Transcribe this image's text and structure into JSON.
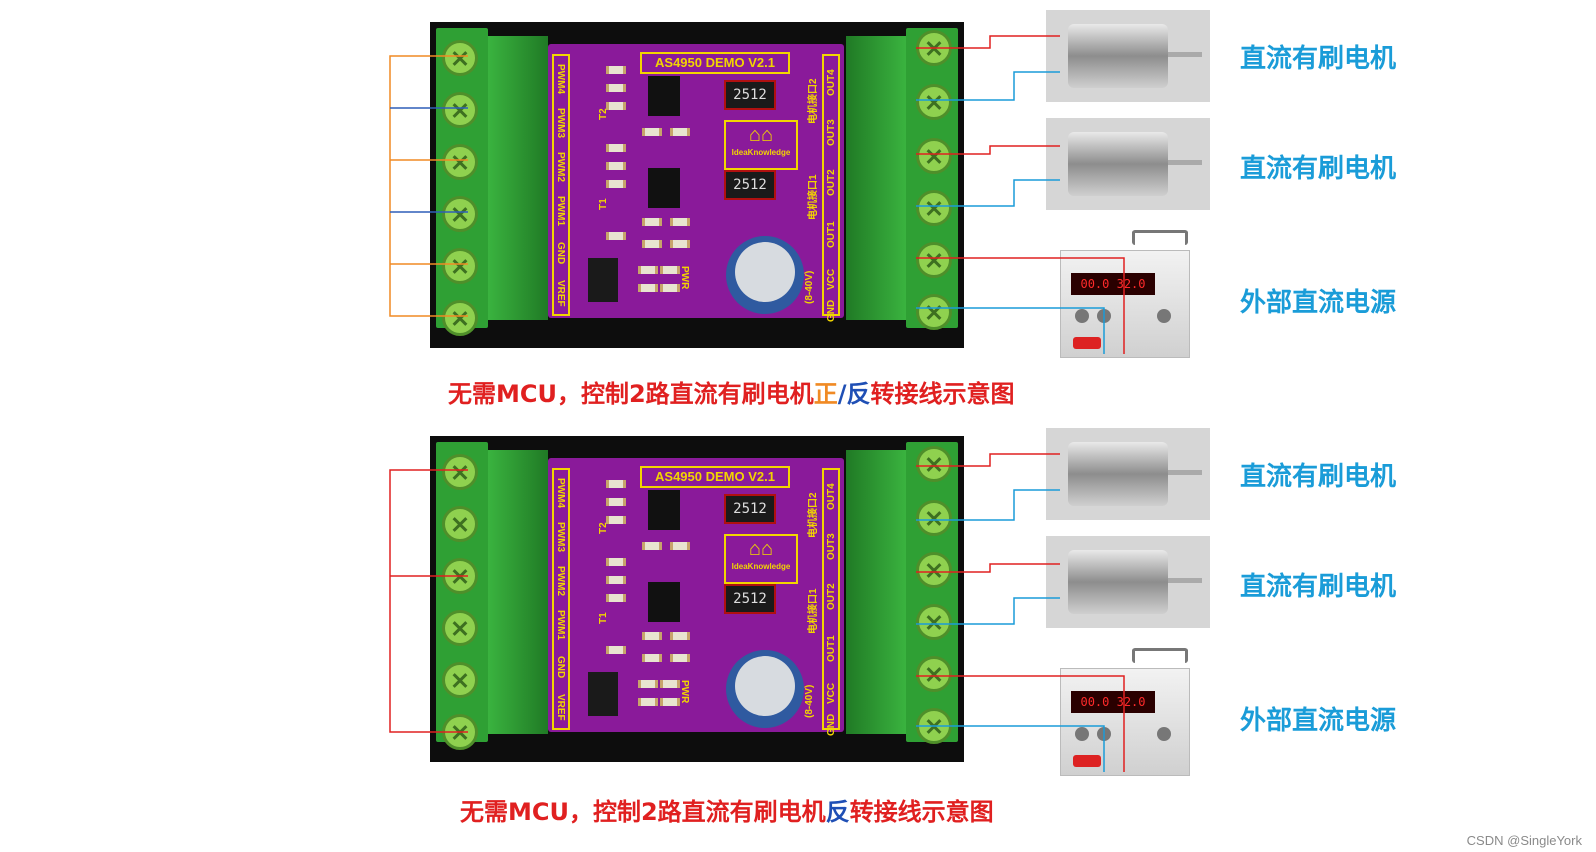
{
  "diagrams": [
    {
      "pcb_title": "AS4950 DEMO V2.1",
      "left_pins": [
        "PWM4",
        "PWM3",
        "PWM2",
        "PWM1",
        "GND",
        "VREF"
      ],
      "right_pins": [
        "OUT4",
        "OUT3",
        "OUT2",
        "OUT1",
        "VCC",
        "GND"
      ],
      "right_group_labels": [
        "电机接口2",
        "电机接口1",
        "(8-40V)"
      ],
      "chip_labels": [
        "T2",
        "T1"
      ],
      "resistor_labels": [
        "2512",
        "2512"
      ],
      "pwr_label": "PWR",
      "logo_text": "IdeaKnowledge",
      "loads": [
        "直流有刷电机",
        "直流有刷电机",
        "外部直流电源"
      ],
      "psu_display": "00.0  32.0",
      "caption_parts": [
        {
          "text": "无需MCU，控制2路直流有刷电机",
          "color": "#e02020"
        },
        {
          "text": "正",
          "color": "#f08a24"
        },
        {
          "text": "/",
          "color": "#1f4fb5"
        },
        {
          "text": "反",
          "color": "#1f4fb5"
        },
        {
          "text": "转接线示意图",
          "color": "#e02020"
        }
      ],
      "jumper_colors": [
        "#f08a24",
        "#2f5fb8"
      ]
    },
    {
      "pcb_title": "AS4950 DEMO V2.1",
      "left_pins": [
        "PWM4",
        "PWM3",
        "PWM2",
        "PWM1",
        "GND",
        "VREF"
      ],
      "right_pins": [
        "OUT4",
        "OUT3",
        "OUT2",
        "OUT1",
        "VCC",
        "GND"
      ],
      "right_group_labels": [
        "电机接口2",
        "电机接口1",
        "(8-40V)"
      ],
      "chip_labels": [
        "T2",
        "T1"
      ],
      "resistor_labels": [
        "2512",
        "2512"
      ],
      "pwr_label": "PWR",
      "logo_text": "IdeaKnowledge",
      "loads": [
        "直流有刷电机",
        "直流有刷电机",
        "外部直流电源"
      ],
      "psu_display": "00.0  32.0",
      "caption_parts": [
        {
          "text": "无需MCU，控制2路直流有刷电机",
          "color": "#e02020"
        },
        {
          "text": "反",
          "color": "#1f4fb5"
        },
        {
          "text": "转接线示意图",
          "color": "#e02020"
        }
      ],
      "jumper_colors": [
        "#e02020"
      ]
    }
  ],
  "colors": {
    "wire_positive": "#e02020",
    "wire_negative": "#1a9cd8",
    "load_label": "#1a9cd8"
  },
  "watermark": "CSDN @SingleYork"
}
